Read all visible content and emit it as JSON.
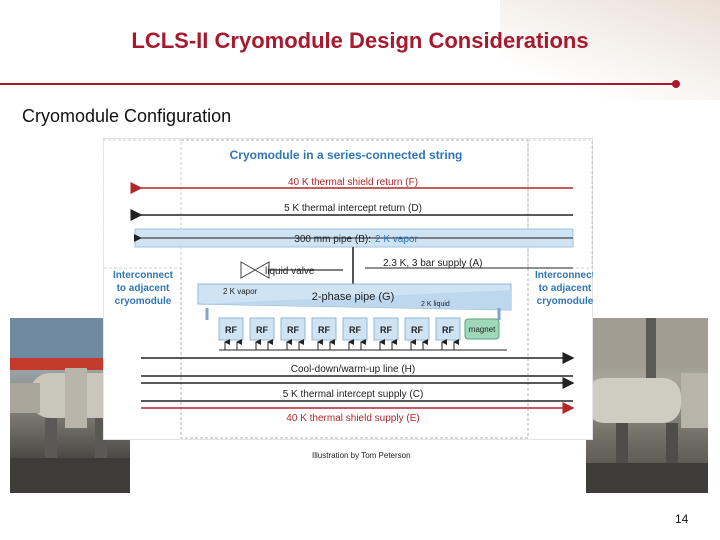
{
  "slide": {
    "title": "LCLS-II Cryomodule Design Considerations",
    "subtitle": "Cryomodule Configuration",
    "caption": "Illustration by Tom Peterson",
    "page_number": "14"
  },
  "diagram": {
    "heading": "Cryomodule in a series-connected string",
    "lines": {
      "shield_return": "40 K thermal shield return (F)",
      "intercept_return": "5 K thermal intercept return (D)",
      "pipe_b_label": "300 mm pipe (B):",
      "pipe_b_vapor": "2 K vapor",
      "liquid_valve": "liquid valve",
      "supply_a": "2.3 K, 3 bar supply (A)",
      "two_phase": "2-phase pipe (G)",
      "two_k_vapor": "2 K vapor",
      "two_k_liquid": "2 K liquid",
      "cooldown": "Cool-down/warm-up line (H)",
      "intercept_supply": "5 K thermal intercept supply (C)",
      "shield_supply": "40 K thermal shield supply (E)"
    },
    "interconnect_left": [
      "Interconnect",
      "to adjacent",
      "cryomodule"
    ],
    "interconnect_right": [
      "Interconnect",
      "to adjacent",
      "cryomodule"
    ],
    "rf_label": "RF",
    "magnet_label": "magnet",
    "colors": {
      "dark_red": "#b3262a",
      "blue": "#2f76b8",
      "dark": "#222222",
      "light_blue": "#cfe3f3",
      "magnet_green": "#9fd8b8"
    }
  }
}
